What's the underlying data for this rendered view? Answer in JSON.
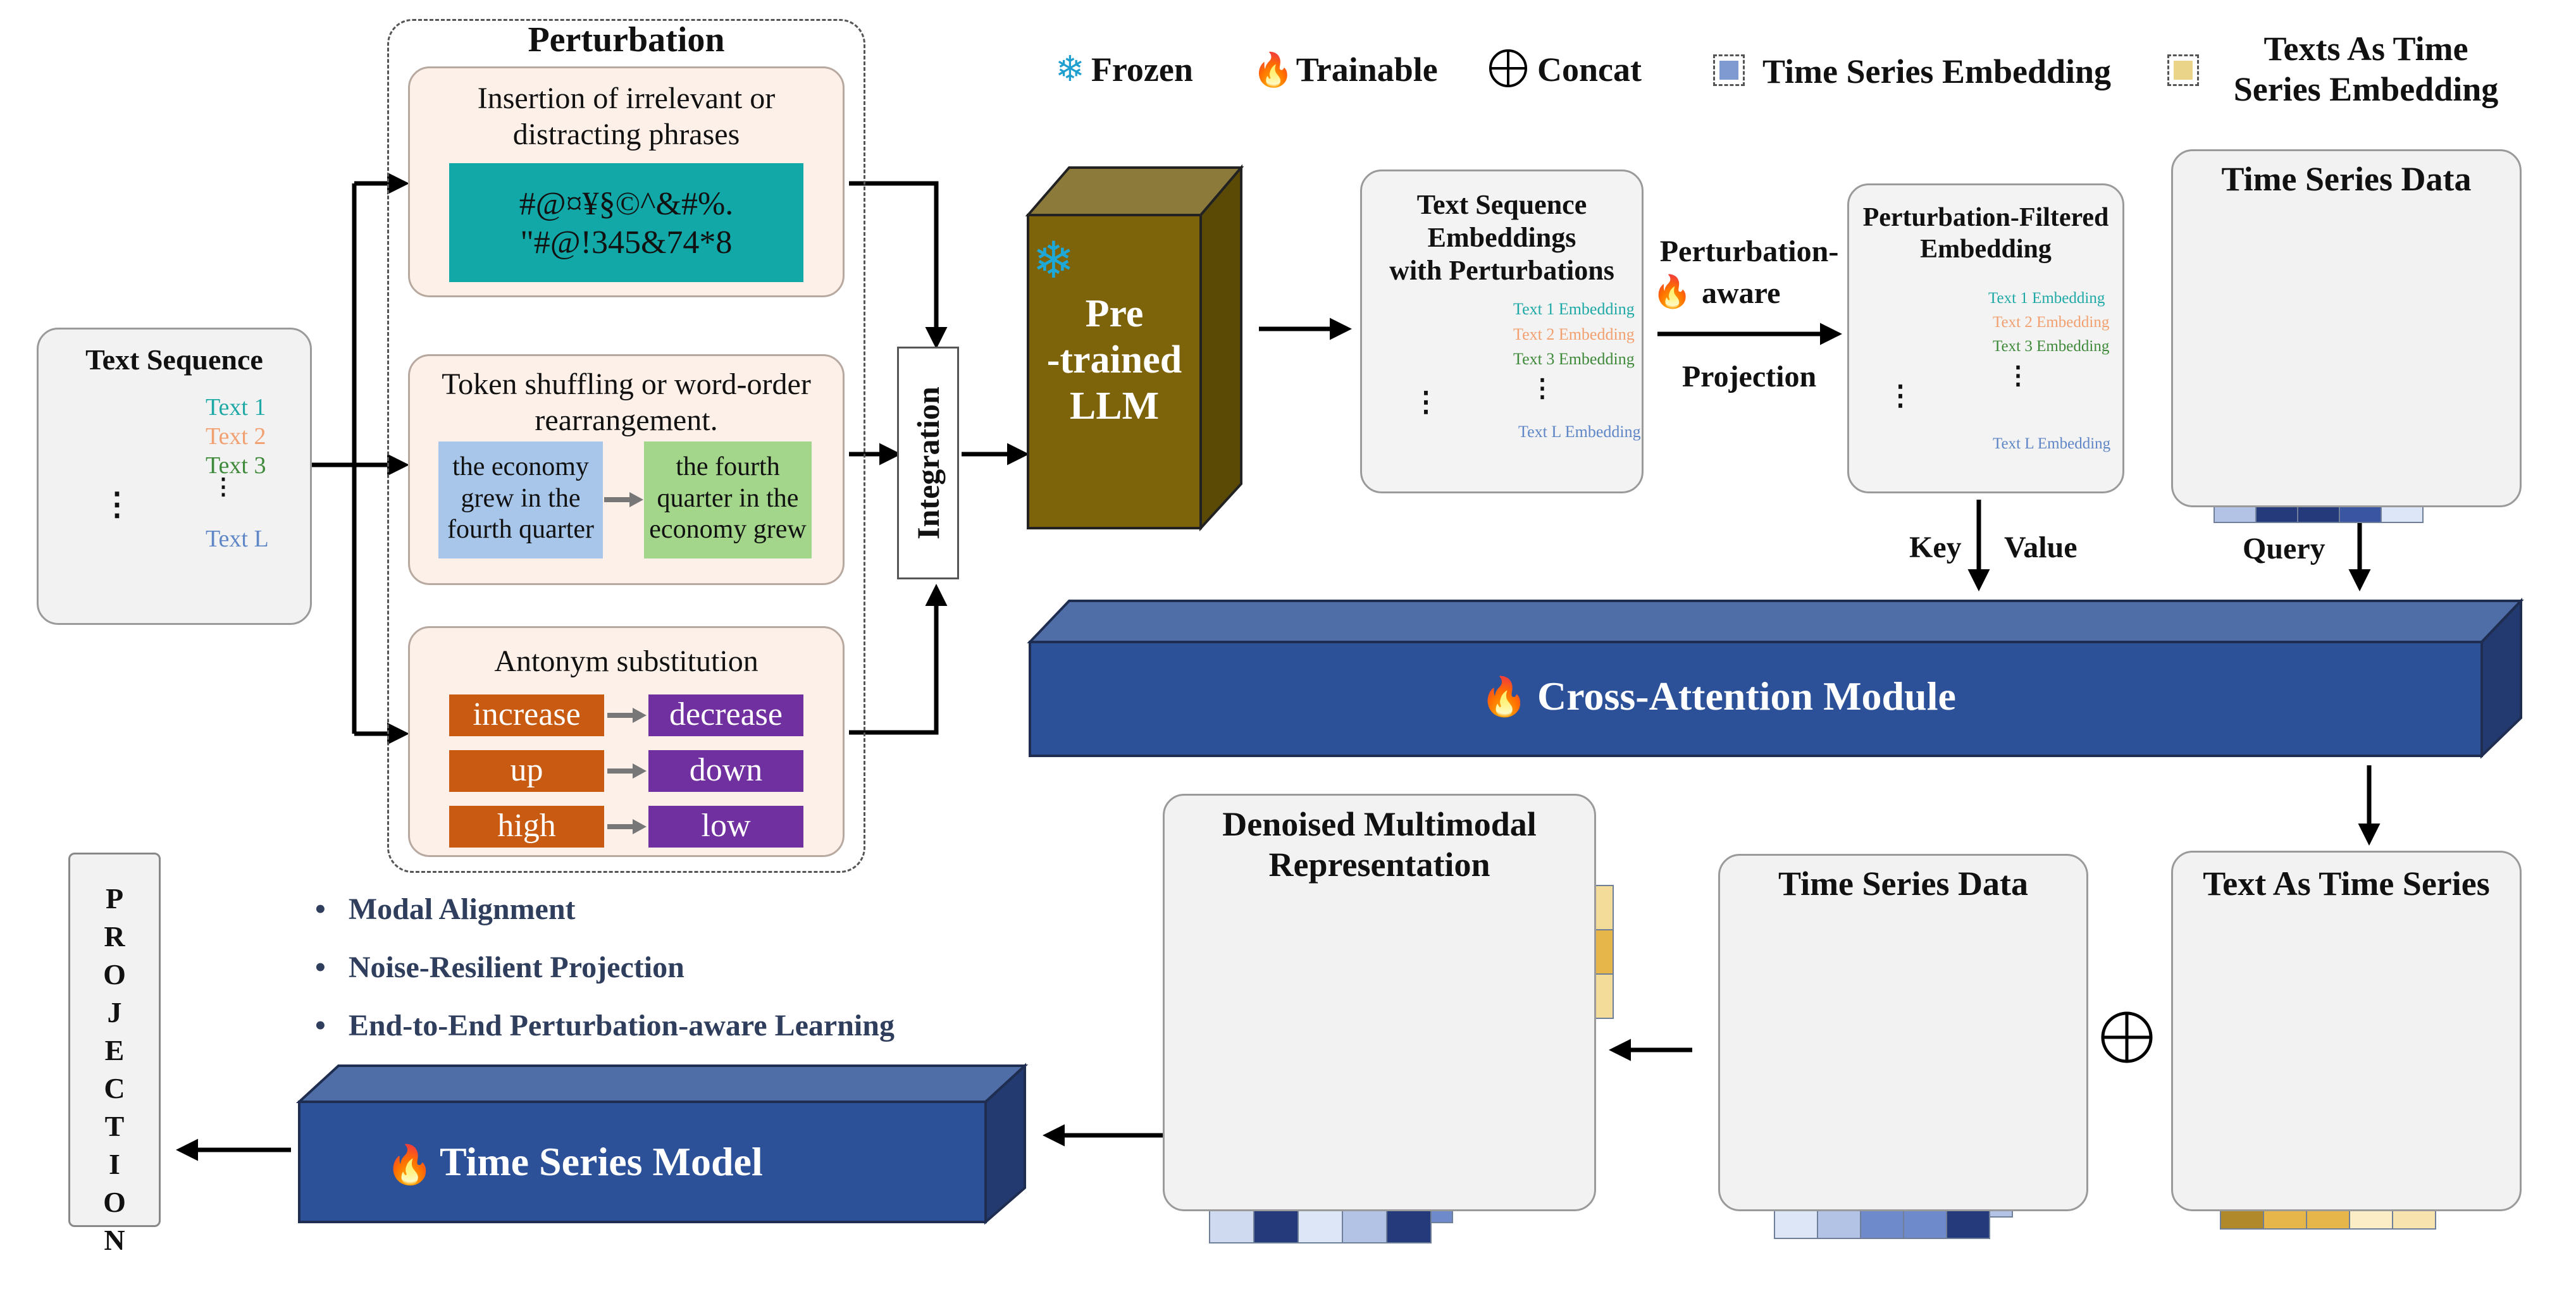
{
  "legend": {
    "frozen": "Frozen",
    "trainable": "Trainable",
    "concat": "Concat",
    "ts_embedding": "Time Series Embedding",
    "texts_as_ts_embedding": [
      "Texts As Time",
      "Series Embedding"
    ],
    "colors": {
      "ts": "#7f9ad0",
      "text": "#ead48a"
    }
  },
  "text_sequence": {
    "title": "Text Sequence",
    "items": [
      "Text 1",
      "Text 2",
      "Text 3",
      "Text L"
    ],
    "ellipsis": "⋮"
  },
  "perturbation": {
    "title": "Perturbation",
    "insertion": {
      "title": [
        "Insertion of irrelevant or",
        "distracting phrases"
      ],
      "noise": [
        "#@¤¥§©^&#%.",
        "\"#@!345&74*8"
      ]
    },
    "shuffle": {
      "title": [
        "Token shuffling or word-order",
        "rearrangement."
      ],
      "before": [
        "the economy",
        "grew in the",
        "fourth quarter"
      ],
      "after": [
        "the fourth",
        "quarter in the",
        "economy grew"
      ]
    },
    "antonym": {
      "title": "Antonym substitution",
      "pairs": [
        {
          "from": "increase",
          "to": "decrease"
        },
        {
          "from": "up",
          "to": "down"
        },
        {
          "from": "high",
          "to": "low"
        }
      ]
    }
  },
  "integration": "Integration",
  "llm": {
    "lines": [
      "Pre",
      "-trained",
      "LLM"
    ]
  },
  "text_embeddings": {
    "title": [
      "Text Sequence",
      "Embeddings",
      "with Perturbations"
    ],
    "labels": [
      "Text 1 Embedding",
      "Text 2 Embedding",
      "Text 3 Embedding",
      "Text L Embedding"
    ],
    "ellipsis": "⋮"
  },
  "projection_label": {
    "line1": "Perturbation-",
    "line2": "aware",
    "line3": "Projection"
  },
  "filtered": {
    "title": [
      "Perturbation-Filtered",
      "Embedding"
    ],
    "labels": [
      "Text 1 Embedding",
      "Text 2 Embedding",
      "Text 3 Embedding",
      "Text L Embedding"
    ],
    "ellipsis": "⋮"
  },
  "ts_data_top": {
    "title": "Time Series Data"
  },
  "key": "Key",
  "value": "Value",
  "query": "Query",
  "cross_attention": "Cross-Attention Module",
  "denoised": {
    "title": [
      "Denoised Multimodal",
      "Representation"
    ]
  },
  "ts_data_bottom": {
    "title": "Time Series Data"
  },
  "text_as_ts": {
    "title": "Text As Time Series"
  },
  "projection_vertical": "PROJECTION",
  "bullets": [
    "Modal Alignment",
    "Noise-Resilient Projection",
    "End-to-End Perturbation-aware Learning"
  ],
  "ts_model": "Time Series Model"
}
